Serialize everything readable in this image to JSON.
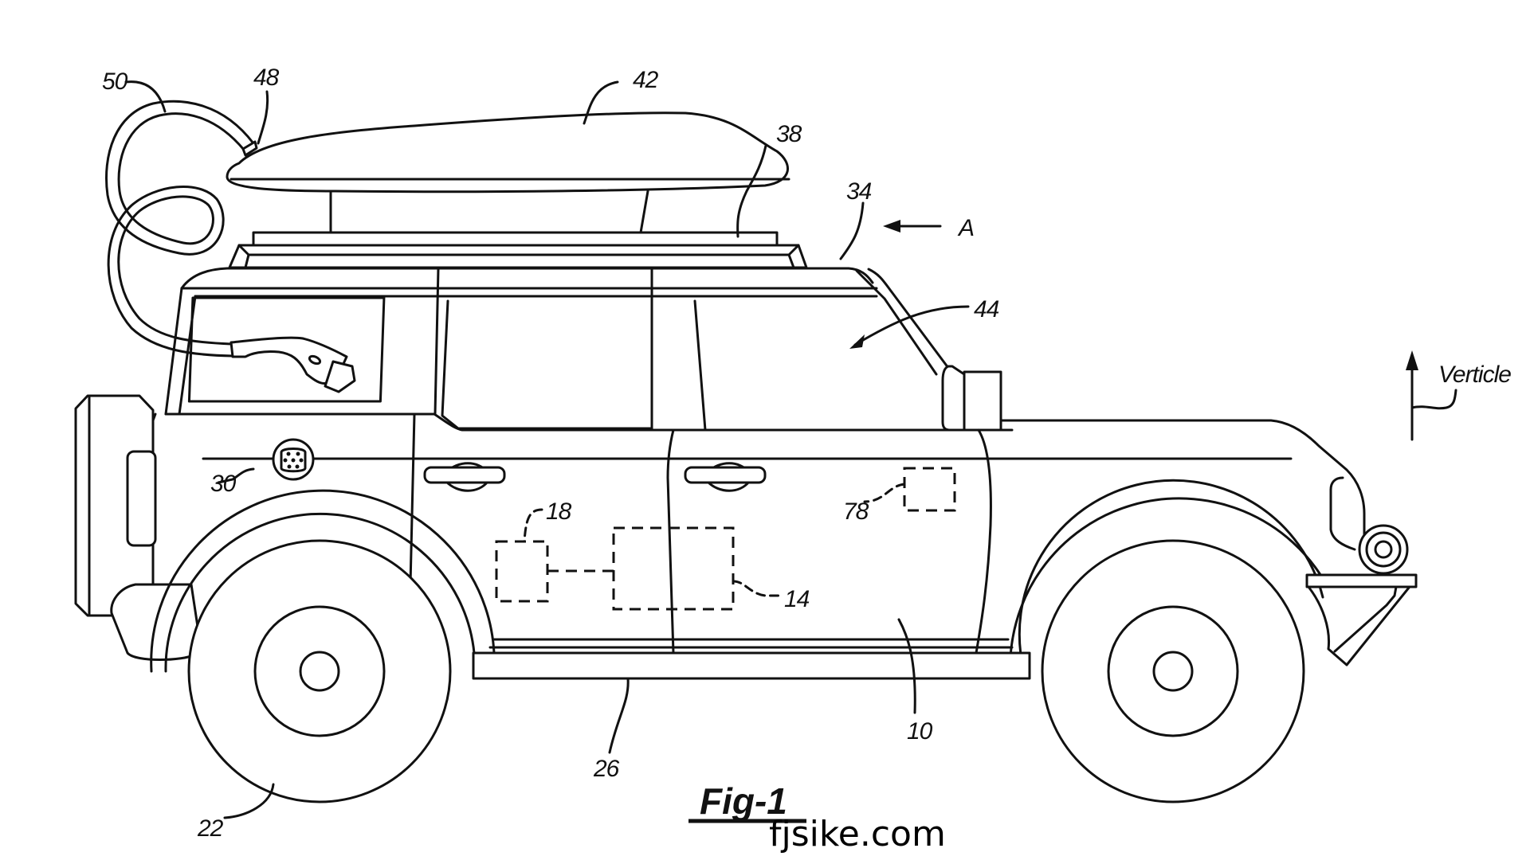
{
  "figure": {
    "title": "Fig-1",
    "watermark": "fjsike.com",
    "subject": "Vehicle with roof-mounted cargo box and charging cable, side view",
    "colors": {
      "line": "#111111",
      "background": "#ffffff"
    }
  },
  "reference_numerals": {
    "vehicle": "10",
    "box_14": "14",
    "box_18": "18",
    "wheel": "22",
    "rocker": "26",
    "charge_port": "30",
    "roof": "34",
    "roof_rack": "38",
    "roof_cargo_box": "42",
    "window": "44",
    "cable_outlet": "48",
    "charging_cable": "50",
    "box_78": "78"
  },
  "view_arrow": {
    "label": "A"
  },
  "direction_indicator": {
    "label": "Verticle"
  }
}
